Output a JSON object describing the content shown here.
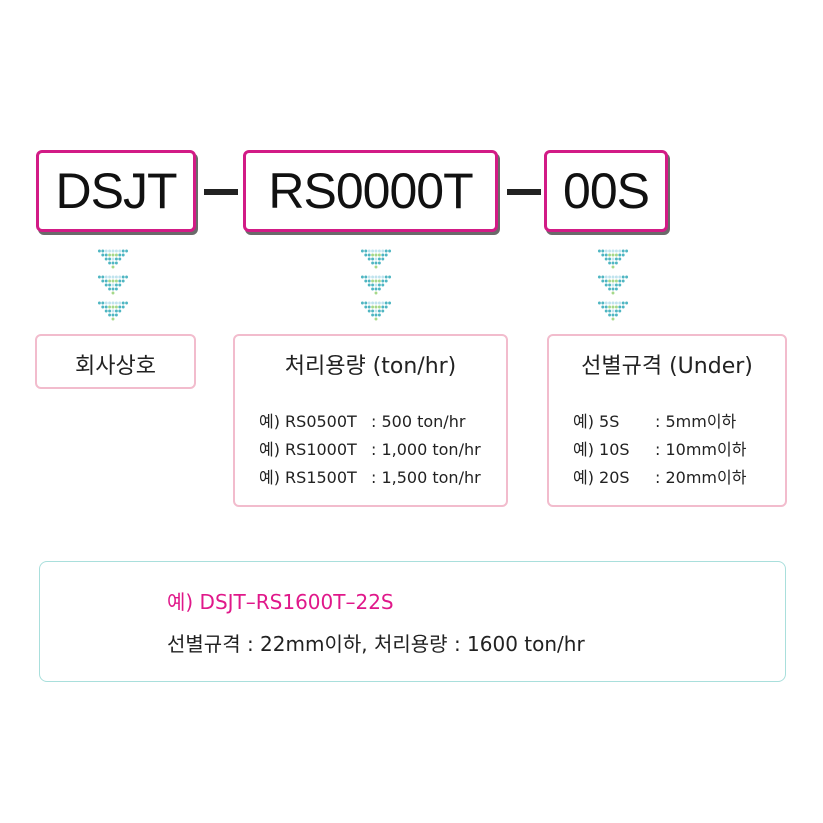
{
  "code": {
    "parts": [
      "DSJT",
      "RS0000T",
      "00S"
    ],
    "separator": "–"
  },
  "labels": {
    "company": {
      "title": "회사상호"
    },
    "capacity": {
      "title": "처리용량 (ton/hr)",
      "rows": [
        {
          "prefix": "예) RS0500T",
          "value": ": 500 ton/hr"
        },
        {
          "prefix": "예) RS1000T",
          "value": ": 1,000 ton/hr"
        },
        {
          "prefix": "예) RS1500T",
          "value": ": 1,500 ton/hr"
        }
      ]
    },
    "sorting": {
      "title": "선별규격 (Under)",
      "rows": [
        {
          "prefix": "예) 5S",
          "value": ": 5mm이하"
        },
        {
          "prefix": "예) 10S",
          "value": ": 10mm이하"
        },
        {
          "prefix": "예) 20S",
          "value": ": 20mm이하"
        }
      ]
    }
  },
  "example": {
    "line1": "예) DSJT–RS1600T–22S",
    "line2": "선별규격 : 22mm이하, 처리용량 : 1600 ton/hr"
  },
  "colors": {
    "accent": "#d21b86",
    "label_border": "#f2bccd",
    "example_border": "#a9dfdc",
    "example_highlight": "#e0188a",
    "chevron_teal": "#4fb6c2",
    "chevron_green": "#a5d88a",
    "chevron_light": "#bfe3ee"
  },
  "icons": [
    "chevron-down-icon"
  ]
}
